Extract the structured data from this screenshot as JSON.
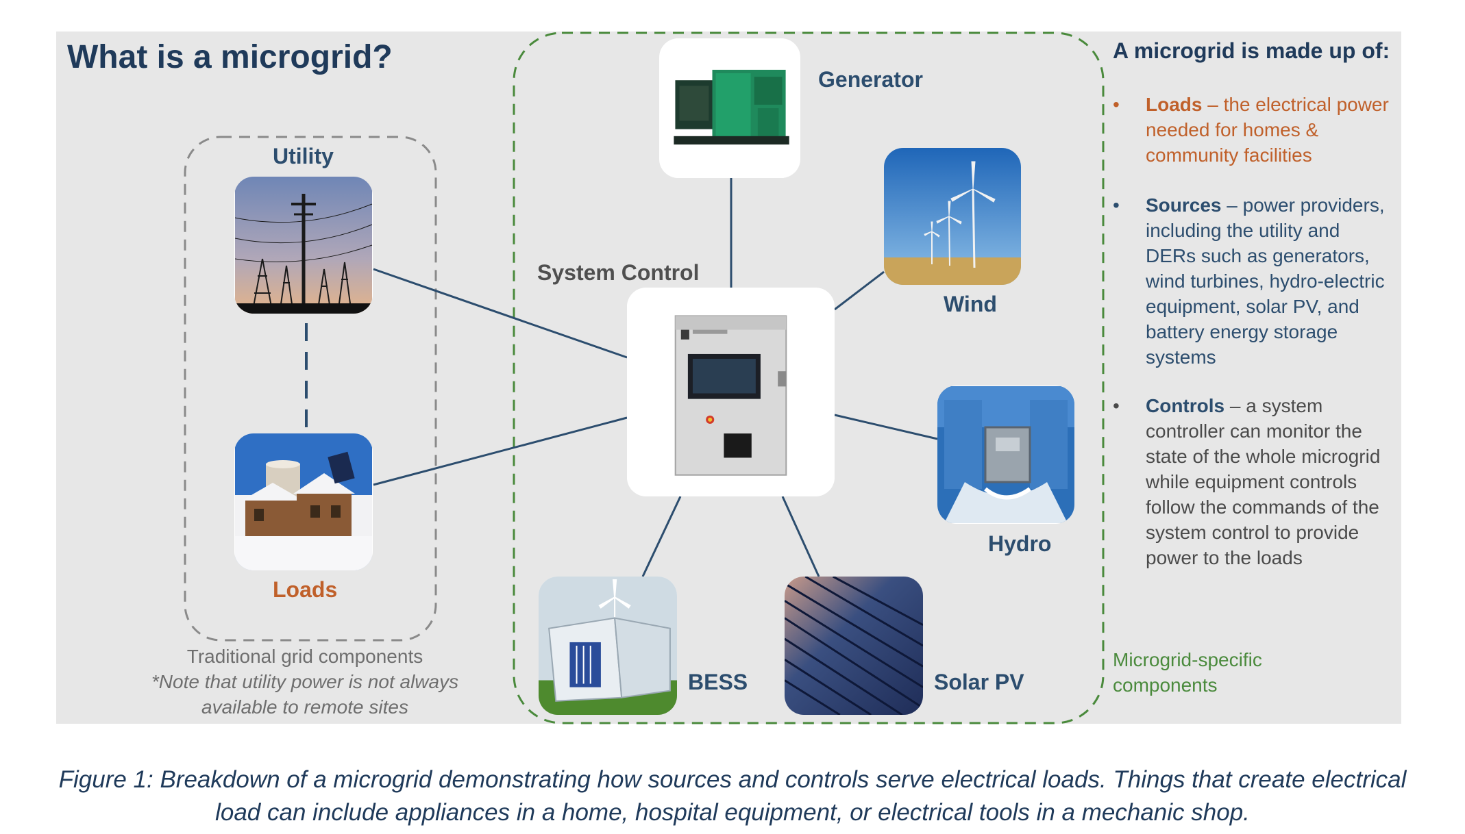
{
  "title": "What is a microgrid?",
  "labels": {
    "utility": "Utility",
    "loads": "Loads",
    "generator": "Generator",
    "wind": "Wind",
    "hydro": "Hydro",
    "bess": "BESS",
    "solar": "Solar PV",
    "system_control": "System Control"
  },
  "traditional": {
    "heading": "Traditional grid components",
    "note": "*Note that utility power is not always available to remote sites"
  },
  "sidebar": {
    "heading": "A microgrid is made up of:",
    "bullets": [
      {
        "term": "Loads",
        "text": " – the electrical power needed for homes & community facilities"
      },
      {
        "term": "Sources",
        "text": " – power providers, including the utility and DERs such as generators, wind turbines, hydro-electric equipment, solar PV, and battery energy storage systems"
      },
      {
        "term": "Controls",
        "text": " – a system controller can monitor the state of the whole microgrid while equipment controls follow the commands of the system control to provide power to the loads"
      }
    ],
    "bullet_symbol": "•",
    "microgrid_label": "Microgrid-specific components"
  },
  "caption": "Figure 1: Breakdown of a microgrid demonstrating how sources and controls serve electrical loads. Things that create electrical load can include appliances in a home, hospital equipment, or electrical tools in a mechanic shop.",
  "colors": {
    "panel": "#e7e7e7",
    "navy": "#1f3a5a",
    "link": "#2c4d6e",
    "orange": "#c0602a",
    "green": "#4a8a3c"
  }
}
